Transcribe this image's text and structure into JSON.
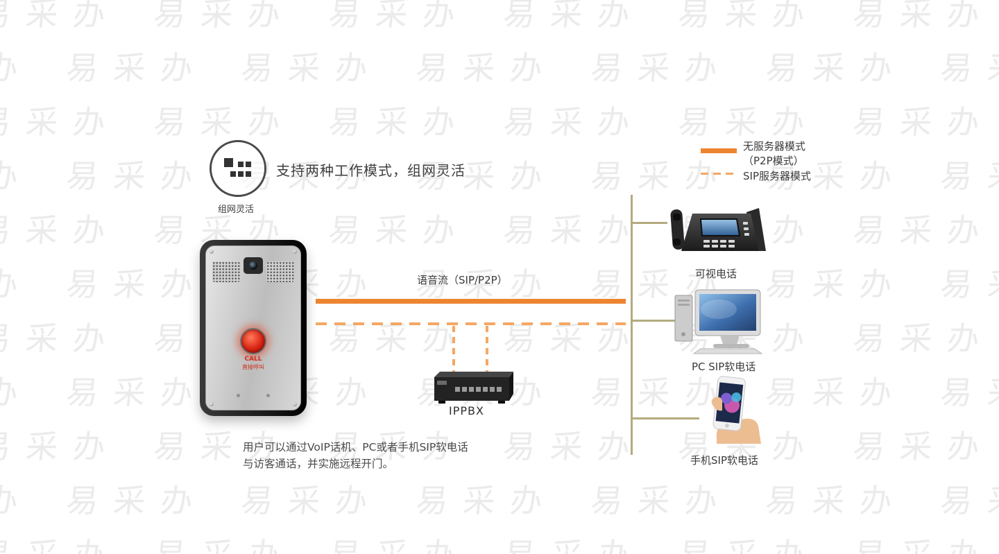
{
  "colors": {
    "accent_orange": "#EC8530",
    "accent_orange_light": "#F4A763",
    "connector_khaki": "#B4AA7E",
    "text": "#4A4A4A",
    "watermark": "#EBEBEB"
  },
  "watermark": {
    "text": "易采办"
  },
  "header": {
    "title": "支持两种工作模式，组网灵活",
    "icon_caption": "组网灵活",
    "icon_name": "network-grid-icon"
  },
  "legend": {
    "p2p_line1": "无服务器模式",
    "p2p_line2": "（P2P模式）",
    "sip_label": "SIP服务器模式"
  },
  "flow": {
    "voice_stream_label": "语音流（SIP/P2P）"
  },
  "devices": {
    "doorphone": {
      "button_label": "CALL",
      "button_sublabel": "直接呼叫"
    },
    "ippbx": {
      "label": "IPPBX"
    },
    "video_phone": {
      "label": "可视电话"
    },
    "pc_softphone": {
      "label": "PC SIP软电话"
    },
    "mobile_softphone": {
      "label": "手机SIP软电话"
    }
  },
  "description": {
    "line1": "用户可以通过VoIP话机、PC或者手机SIP软电话",
    "line2": "与访客通话，并实施远程开门。"
  }
}
